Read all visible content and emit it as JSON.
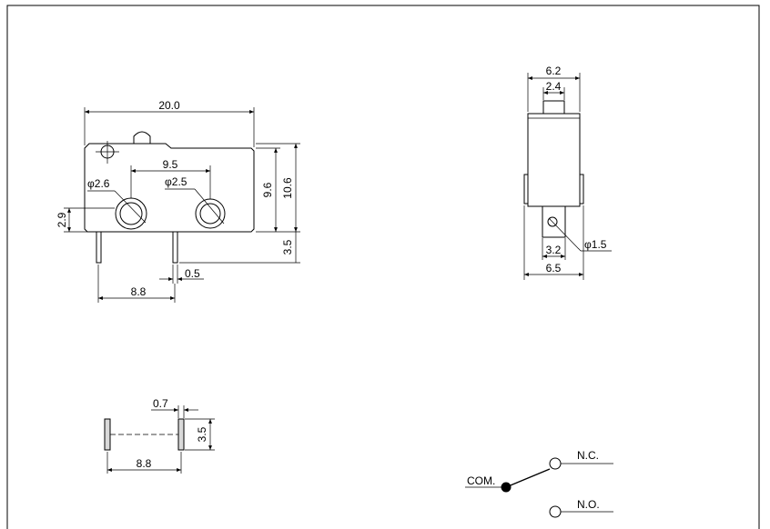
{
  "front_view": {
    "width": "20.0",
    "hole_spacing": "9.5",
    "hole_dia_left": "φ2.6",
    "hole_dia_right": "φ2.5",
    "body_height_small": "9.6",
    "body_height_total": "10.6",
    "hole_offset": "2.9",
    "terminal_length": "3.5",
    "terminal_thickness": "0.5",
    "terminal_spacing": "8.8"
  },
  "side_view": {
    "top_width": "6.2",
    "actuator_width": "2.4",
    "terminal_width": "3.2",
    "terminal_hole_dia": "φ1.5",
    "bottom_width": "6.5"
  },
  "pcb_layout": {
    "slot_width": "0.7",
    "slot_length": "3.5",
    "slot_spacing": "8.8"
  },
  "schematic": {
    "common_label": "COM.",
    "nc_label": "N.C.",
    "no_label": "N.O."
  }
}
